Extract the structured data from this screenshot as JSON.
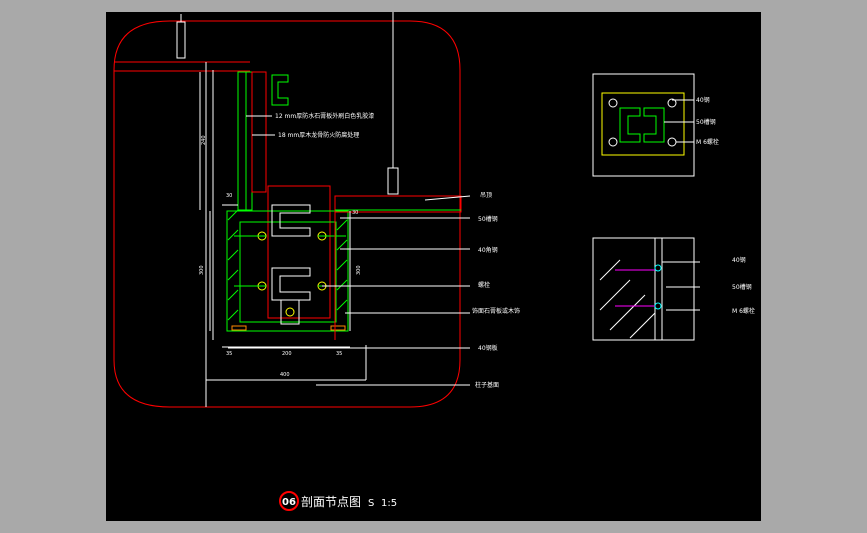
{
  "colors": {
    "background": "#a9a9a9",
    "viewport": "#000000",
    "red": "#ff0000",
    "green": "#00ff00",
    "white": "#ffffff",
    "yellow": "#ffff00",
    "cyan": "#00ffff",
    "magenta": "#ff00ff"
  },
  "main_section": {
    "callouts": {
      "board_outer": "12 mm厚防水石膏板外刷白色乳胶漆",
      "board_inner": "18 mm厚木龙骨防火防腐处理",
      "top_angle": "吊顶",
      "angle_50": "50槽钢",
      "angle_40": "40角钢",
      "bolt": "螺栓",
      "finish": "饰面石膏板或木饰",
      "board_bottom": "40钢板",
      "ceiling": "柱子基面"
    },
    "dimensions": {
      "top_left_small": "30",
      "left_vertical": "300",
      "right_vertical": "300",
      "upper_left_vertical": "240",
      "bottom_35_left": "35",
      "bottom_200": "200",
      "bottom_35_right": "35",
      "bottom_total": "400",
      "stub": "30"
    }
  },
  "detail_top": {
    "labels": {
      "a": "40钢",
      "b": "50槽钢",
      "c": "M 6螺栓"
    }
  },
  "detail_bottom": {
    "labels": {
      "a": "40钢",
      "b": "50槽钢",
      "c": "M 6螺栓"
    }
  },
  "title_block": {
    "badge": "06",
    "title": "剖面节点图",
    "scale_prefix": "S",
    "scale_value": "1:5"
  }
}
